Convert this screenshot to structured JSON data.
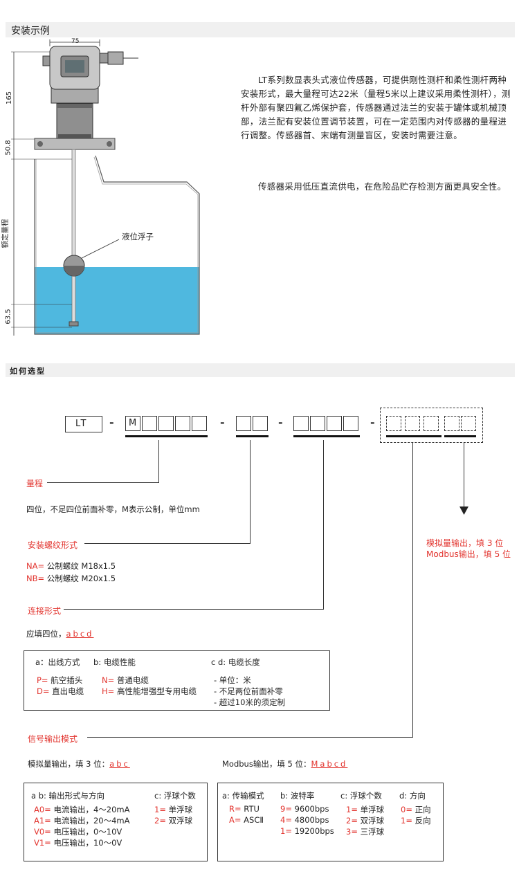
{
  "section1": {
    "title": "安装示例"
  },
  "diagram": {
    "dim_top": "75",
    "dim_165": "165",
    "dim_508": "50.8",
    "dim_range": "额定量程",
    "dim_635": "63.5",
    "float_label": "液位浮子",
    "liquid_color": "#4fb8df"
  },
  "description": {
    "p1": "LT系列数显表头式液位传感器，可提供刚性测杆和柔性测杆两种安装形式，最大量程可达22米（量程5米以上建议采用柔性测杆），测杆外部有聚四氟乙烯保护套，传感器通过法兰的安装于罐体或机械顶部，法兰配有安装位置调节装置，可在一定范围内对传感器的量程进行调整。传感器首、末端有测量盲区，安装时需要注意。",
    "p2": "传感器采用低压直流供电，在危险品贮存检测方面更具安全性。"
  },
  "section2": {
    "title": "如何选型"
  },
  "code": {
    "prefix": "LT",
    "m": "M",
    "dash": "-"
  },
  "range": {
    "title": "量程",
    "desc": "四位，不足四位前面补零，M表示公制，单位mm"
  },
  "thread": {
    "title": "安装螺纹形式",
    "na_code": "NA=",
    "na_text": "公制螺纹 M18x1.5",
    "nb_code": "NB=",
    "nb_text": "公制螺纹 M20x1.5"
  },
  "connect": {
    "title": "连接形式",
    "fill": "应填四位，",
    "fill_code": "abcd",
    "a_head": "a：出线方式",
    "b_head": "b: 电缆性能",
    "cd_head": "c d: 电缆长度",
    "p_code": "P=",
    "p_text": "航空插头",
    "d_code": "D=",
    "d_text": "直出电缆",
    "n_code": "N=",
    "n_text": "普通电缆",
    "h_code": "H=",
    "h_text": "高性能增强型专用电缆",
    "cd1": "- 单位：米",
    "cd2": "- 不足两位前面补零",
    "cd3": "- 超过10米的须定制"
  },
  "right_note": {
    "line1": "模拟量输出，填 3 位",
    "line2": "Modbus输出，填 5 位"
  },
  "signal": {
    "title": "信号输出模式",
    "analog": "模拟量输出，填 3 位：",
    "analog_code": "abc",
    "modbus": "Modbus输出，填 5 位：",
    "modbus_code": "Mabcd"
  },
  "analog_box": {
    "ab_head": "a b:  输出形式与方向",
    "c_head": "c:  浮球个数",
    "rows": [
      {
        "code": "A0=",
        "text": "电流输出，4～20mA"
      },
      {
        "code": "A1=",
        "text": "电流输出，20～4mA"
      },
      {
        "code": "V0=",
        "text": "电压输出，0～10V"
      },
      {
        "code": "V1=",
        "text": "电压输出，10～0V"
      }
    ],
    "c_rows": [
      {
        "code": "1=",
        "text": "单浮球"
      },
      {
        "code": "2=",
        "text": "双浮球"
      }
    ]
  },
  "modbus_box": {
    "a_head": "a: 传输模式",
    "b_head": "b: 波特率",
    "c_head": "c: 浮球个数",
    "d_head": "d: 方向",
    "a_rows": [
      {
        "code": "R=",
        "text": "RTU"
      },
      {
        "code": "A=",
        "text": "ASCⅡ"
      }
    ],
    "b_rows": [
      {
        "code": "9=",
        "text": "9600bps"
      },
      {
        "code": "4=",
        "text": "4800bps"
      },
      {
        "code": "1=",
        "text": "19200bps"
      }
    ],
    "c_rows": [
      {
        "code": "1=",
        "text": "单浮球"
      },
      {
        "code": "2=",
        "text": "双浮球"
      },
      {
        "code": "3=",
        "text": "三浮球"
      }
    ],
    "d_rows": [
      {
        "code": "0=",
        "text": "正向"
      },
      {
        "code": "1=",
        "text": "反向"
      }
    ]
  }
}
